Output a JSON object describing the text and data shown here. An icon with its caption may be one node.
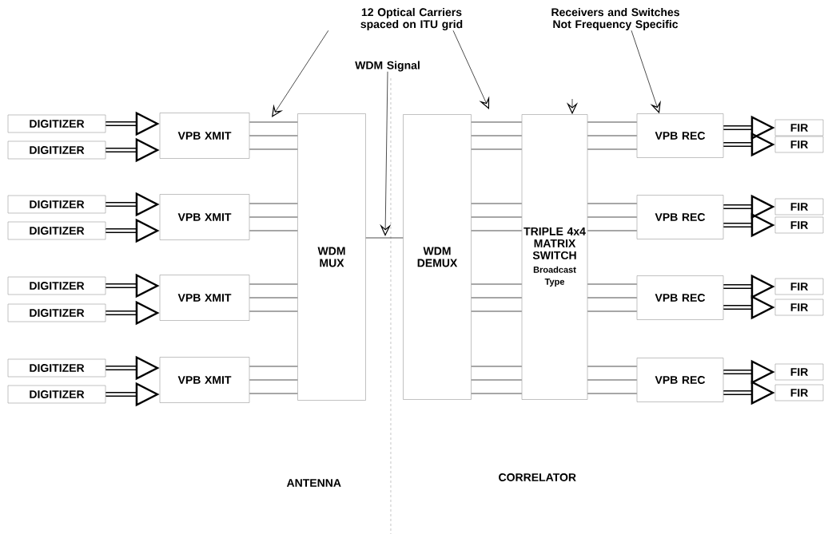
{
  "diagram": {
    "nodes": [
      {
        "text": [
          "12 Optical Carriers spaced on ITU grid"
        ]
      },
      {
        "text": [
          "Receivers and Switches Not Frequency Specific"
        ]
      },
      {
        "text": [
          "WDM Signal"
        ]
      },
      {
        "text": [
          "DIGITIZER"
        ]
      },
      {
        "text": [
          "DIGITIZER"
        ]
      },
      {
        "text": [
          "DIGITIZER"
        ]
      },
      {
        "text": [
          "DIGITIZER"
        ]
      },
      {
        "text": [
          "DIGITIZER"
        ]
      },
      {
        "text": [
          "DIGITIZER"
        ]
      },
      {
        "text": [
          "DIGITIZER"
        ]
      },
      {
        "text": [
          "DIGITIZER"
        ]
      },
      {
        "text": [
          "VPB XMIT"
        ]
      },
      {
        "text": [
          "VPB XMIT"
        ]
      },
      {
        "text": [
          "VPB XMIT"
        ]
      },
      {
        "text": [
          "VPB XMIT"
        ]
      },
      {
        "text": [
          "WDM MUX"
        ]
      },
      {
        "text": [
          "WDM DEMUX"
        ]
      },
      {
        "text": [
          "TRIPLE 4x4 MATRIX SWITCH",
          "Broadcast Type"
        ]
      },
      {
        "text": [
          "VPB REC"
        ]
      },
      {
        "text": [
          "VPB REC"
        ]
      },
      {
        "text": [
          "VPB REC"
        ]
      },
      {
        "text": [
          "VPB REC"
        ]
      },
      {
        "text": [
          "FIR"
        ]
      },
      {
        "text": [
          "FIR"
        ]
      },
      {
        "text": [
          "FIR"
        ]
      },
      {
        "text": [
          "FIR"
        ]
      },
      {
        "text": [
          "FIR"
        ]
      },
      {
        "text": [
          "FIR"
        ]
      },
      {
        "text": [
          "FIR"
        ]
      },
      {
        "text": [
          "FIR"
        ]
      }
    ],
    "edges": [
      {
        "from": 3,
        "to": 11,
        "arrow": "to",
        "style": "thick"
      },
      {
        "from": 4,
        "to": 11,
        "arrow": "to",
        "style": "thick"
      },
      {
        "from": 5,
        "to": 12,
        "arrow": "to",
        "style": "thick"
      },
      {
        "from": 6,
        "to": 12,
        "arrow": "to",
        "style": "thick"
      },
      {
        "from": 7,
        "to": 13,
        "arrow": "to",
        "style": "thick"
      },
      {
        "from": 8,
        "to": 13,
        "arrow": "to",
        "style": "thick"
      },
      {
        "from": 9,
        "to": 14,
        "arrow": "to",
        "style": "thick"
      },
      {
        "from": 10,
        "to": 14,
        "arrow": "to",
        "style": "thick"
      },
      {
        "from": 11,
        "to": 15,
        "arrow": "none"
      },
      {
        "from": 11,
        "to": 15,
        "arrow": "none"
      },
      {
        "from": 11,
        "to": 15,
        "arrow": "none"
      },
      {
        "from": 12,
        "to": 15,
        "arrow": "none"
      },
      {
        "from": 12,
        "to": 15,
        "arrow": "none"
      },
      {
        "from": 12,
        "to": 15,
        "arrow": "none"
      },
      {
        "from": 13,
        "to": 15,
        "arrow": "none"
      },
      {
        "from": 13,
        "to": 15,
        "arrow": "none"
      },
      {
        "from": 13,
        "to": 15,
        "arrow": "none"
      },
      {
        "from": 14,
        "to": 15,
        "arrow": "none"
      },
      {
        "from": 14,
        "to": 15,
        "arrow": "none"
      },
      {
        "from": 14,
        "to": 15,
        "arrow": "none"
      },
      {
        "from": 15,
        "to": 16,
        "arrow": "none"
      },
      {
        "from": 16,
        "to": 17,
        "arrow": "none"
      },
      {
        "from": 16,
        "to": 17,
        "arrow": "none"
      },
      {
        "from": 16,
        "to": 17,
        "arrow": "none"
      },
      {
        "from": 16,
        "to": 17,
        "arrow": "none"
      },
      {
        "from": 16,
        "to": 17,
        "arrow": "none"
      },
      {
        "from": 16,
        "to": 17,
        "arrow": "none"
      },
      {
        "from": 16,
        "to": 17,
        "arrow": "none"
      },
      {
        "from": 16,
        "to": 17,
        "arrow": "none"
      },
      {
        "from": 16,
        "to": 17,
        "arrow": "none"
      },
      {
        "from": 16,
        "to": 17,
        "arrow": "none"
      },
      {
        "from": 16,
        "to": 17,
        "arrow": "none"
      },
      {
        "from": 16,
        "to": 17,
        "arrow": "none"
      },
      {
        "from": 17,
        "to": 18,
        "arrow": "none"
      },
      {
        "from": 17,
        "to": 18,
        "arrow": "none"
      },
      {
        "from": 17,
        "to": 18,
        "arrow": "none"
      },
      {
        "from": 17,
        "to": 19,
        "arrow": "none"
      },
      {
        "from": 17,
        "to": 19,
        "arrow": "none"
      },
      {
        "from": 17,
        "to": 19,
        "arrow": "none"
      },
      {
        "from": 17,
        "to": 20,
        "arrow": "none"
      },
      {
        "from": 17,
        "to": 20,
        "arrow": "none"
      },
      {
        "from": 17,
        "to": 20,
        "arrow": "none"
      },
      {
        "from": 17,
        "to": 21,
        "arrow": "none"
      },
      {
        "from": 17,
        "to": 21,
        "arrow": "none"
      },
      {
        "from": 17,
        "to": 21,
        "arrow": "none"
      },
      {
        "from": 18,
        "to": 22,
        "arrow": "to",
        "style": "thick"
      },
      {
        "from": 18,
        "to": 23,
        "arrow": "to",
        "style": "thick"
      },
      {
        "from": 19,
        "to": 24,
        "arrow": "to",
        "style": "thick"
      },
      {
        "from": 19,
        "to": 25,
        "arrow": "to",
        "style": "thick"
      },
      {
        "from": 20,
        "to": 26,
        "arrow": "to",
        "style": "thick"
      },
      {
        "from": 20,
        "to": 27,
        "arrow": "to",
        "style": "thick"
      },
      {
        "from": 21,
        "to": 28,
        "arrow": "to",
        "style": "thick"
      },
      {
        "from": 21,
        "to": 29,
        "arrow": "to",
        "style": "thick"
      },
      {
        "from": 2,
        "to": null,
        "arrow": "to"
      },
      {
        "from": 0,
        "to": null,
        "arrow": "to"
      },
      {
        "from": 0,
        "to": null,
        "arrow": "to"
      },
      {
        "from": 1,
        "to": 18,
        "arrow": "to"
      },
      {
        "from": null,
        "to": 17,
        "arrow": "to"
      }
    ],
    "labels": [
      "ANTENNA",
      "CORRELATOR"
    ]
  }
}
